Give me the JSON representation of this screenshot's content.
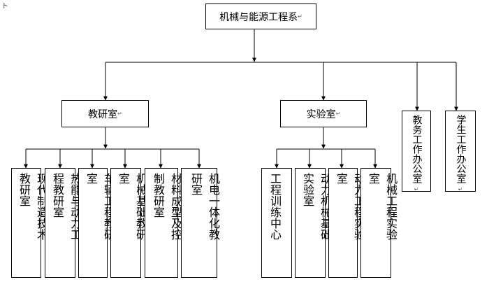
{
  "corner_mark": "ト",
  "paragraph_mark": "↵",
  "root": {
    "label": "机械与能源工程系"
  },
  "branches": {
    "teaching": {
      "label": "教研室"
    },
    "lab": {
      "label": "实验室"
    },
    "academic_office": {
      "label": "教务工作办公室"
    },
    "student_office": {
      "label": "学生工作办公室"
    }
  },
  "teaching_children": [
    {
      "col1": "现代制造技术",
      "col2": "教研室"
    },
    {
      "col1": "热能与动力工",
      "col2": "程教研室"
    },
    {
      "col1": "车辆工程教研",
      "col2": "室"
    },
    {
      "col1": "机械基础教研",
      "col2": "室"
    },
    {
      "col1": "材料成型及控",
      "col2": "制教研室"
    },
    {
      "col1": "机电一体化教",
      "col2": "研室"
    }
  ],
  "lab_children": [
    {
      "col1": "工程训练中心",
      "col2": ""
    },
    {
      "col1": "动力机械基础",
      "col2": "实验室"
    },
    {
      "col1": "动力工程实验",
      "col2": "室"
    },
    {
      "col1": "机械工程实验",
      "col2": "室"
    }
  ]
}
